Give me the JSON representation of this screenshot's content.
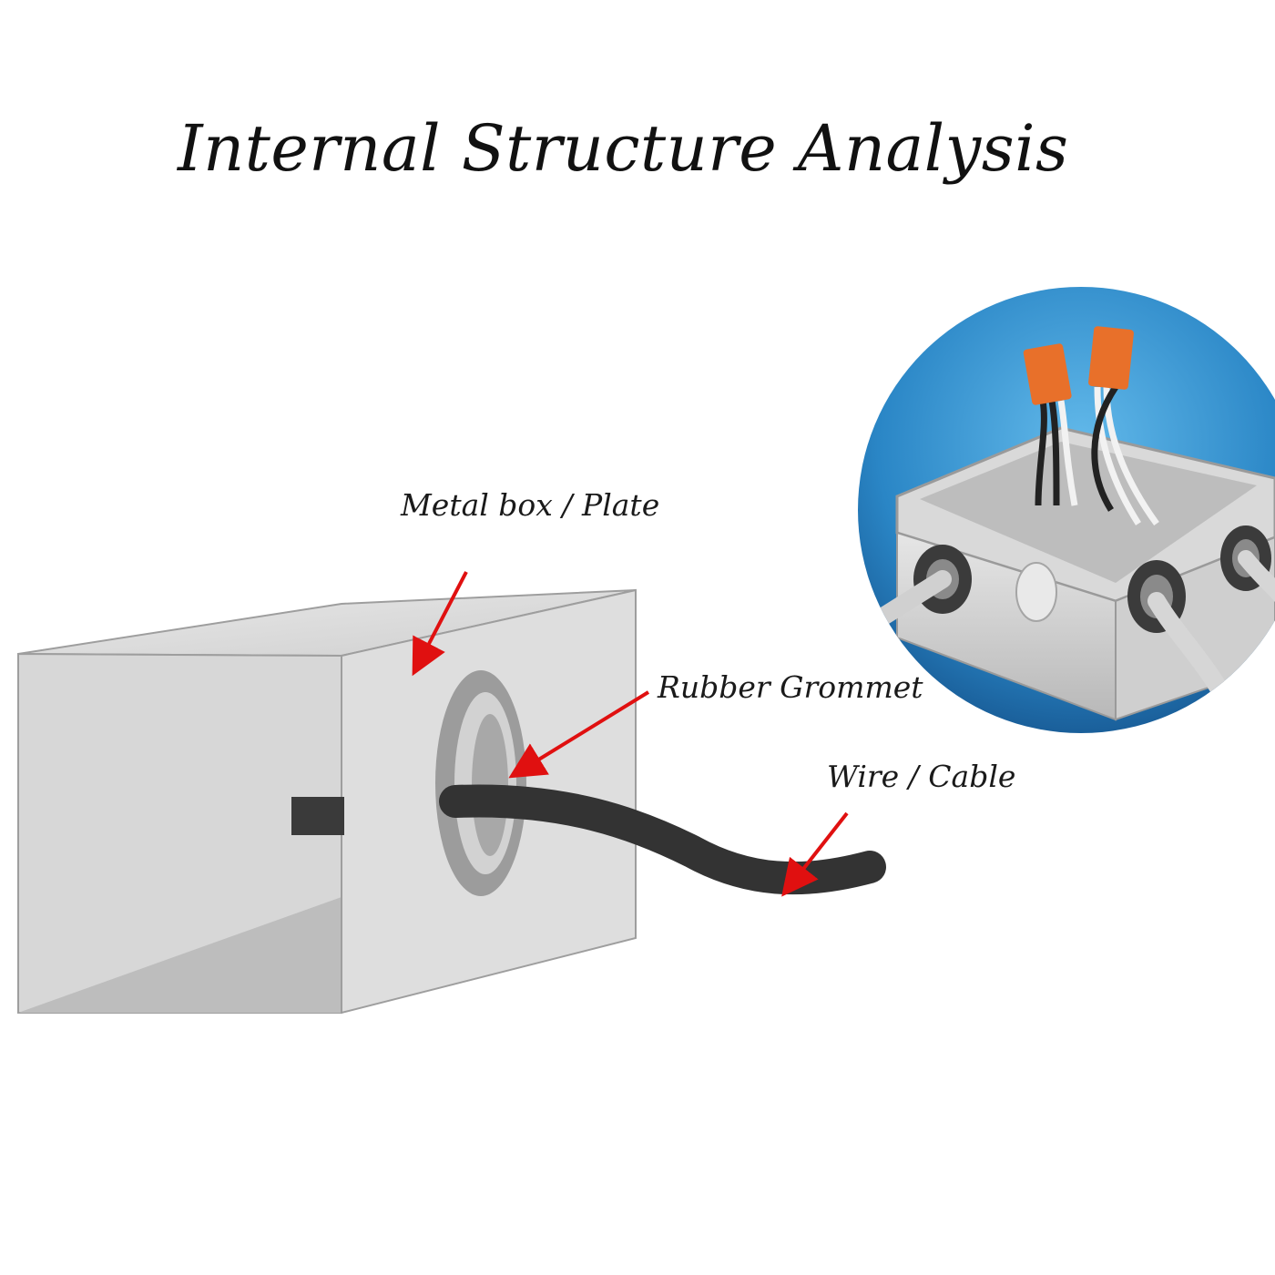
{
  "title": "Internal Structure Analysis",
  "labels": {
    "metal_box": "Metal box / Plate",
    "rubber_grommet": "Rubber Grommet",
    "wire_cable": "Wire  / Cable"
  },
  "colors": {
    "arrow": "#e01010",
    "box_face": "#dcdcdc",
    "box_side": "#c4c4c4",
    "cable": "#3a3a3a",
    "photo_bg": "#2f8fd0",
    "connector": "#e8702a"
  }
}
